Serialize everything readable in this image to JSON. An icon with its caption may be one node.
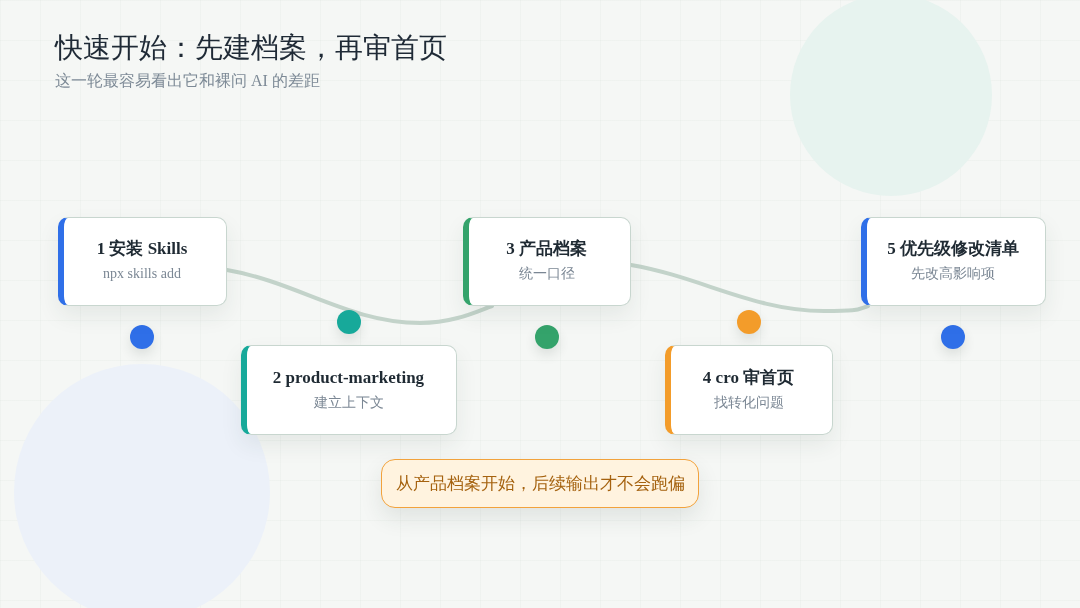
{
  "diagram": {
    "title": "快速开始：先建档案，再审首页",
    "nodes": [
      {
        "text": [
          "1 安装 Skills",
          "npx skills add"
        ]
      },
      {
        "text": [
          "2 product-marketing",
          "建立上下文"
        ]
      },
      {
        "text": [
          "3 产品档案",
          "统一口径"
        ]
      },
      {
        "text": [
          "4 cro 审首页",
          "找转化问题"
        ]
      },
      {
        "text": [
          "5 优先级修改清单",
          "先改高影响项"
        ]
      },
      {
        "text": [
          "从产品档案开始，后续输出才不会跑偏"
        ]
      }
    ],
    "edges": [
      {
        "from": 0,
        "to": 2,
        "arrow": "none"
      },
      {
        "from": 2,
        "to": 4,
        "arrow": "none"
      }
    ],
    "labels": [
      "这一轮最容易看出它和裸问 AI 的差距"
    ]
  }
}
